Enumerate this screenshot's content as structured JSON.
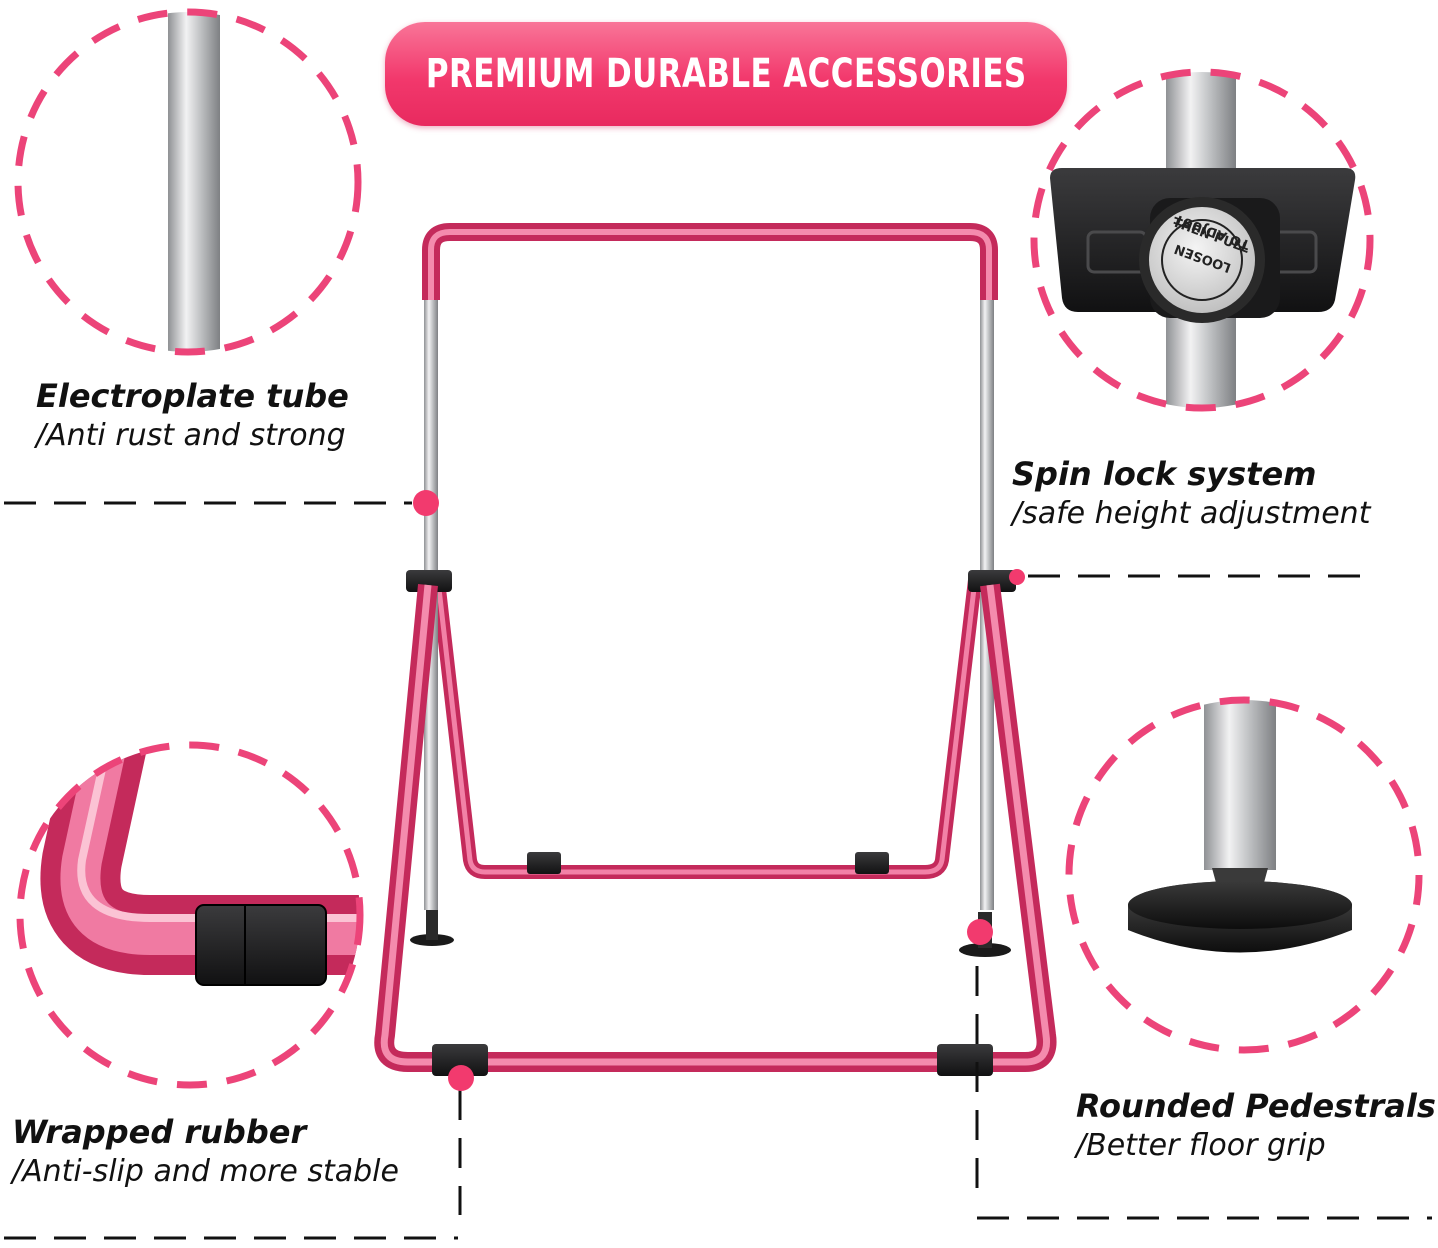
{
  "banner": {
    "title": "PREMIUM DURABLE ACCESSORIES"
  },
  "callouts": [
    {
      "id": "electroplate",
      "title": "Electroplate tube",
      "subtitle": "/Anti rust and strong"
    },
    {
      "id": "spin-lock",
      "title": "Spin lock system",
      "subtitle": "/safe height adjustment"
    },
    {
      "id": "rubber",
      "title": "Wrapped rubber",
      "subtitle": "/Anti-slip and more stable"
    },
    {
      "id": "pedestal",
      "title": "Rounded Pedestrals",
      "subtitle": "/Better floor grip"
    }
  ],
  "knob": {
    "top": "THEN PULL",
    "middle": "LOOSEN",
    "bottom": "TO ADJUST"
  },
  "colors": {
    "accent": "#f23a6e",
    "frame": "#ec4a7c",
    "frameDark": "#c92d5f",
    "rubber": "#222222",
    "steel": "#c9cacc"
  }
}
